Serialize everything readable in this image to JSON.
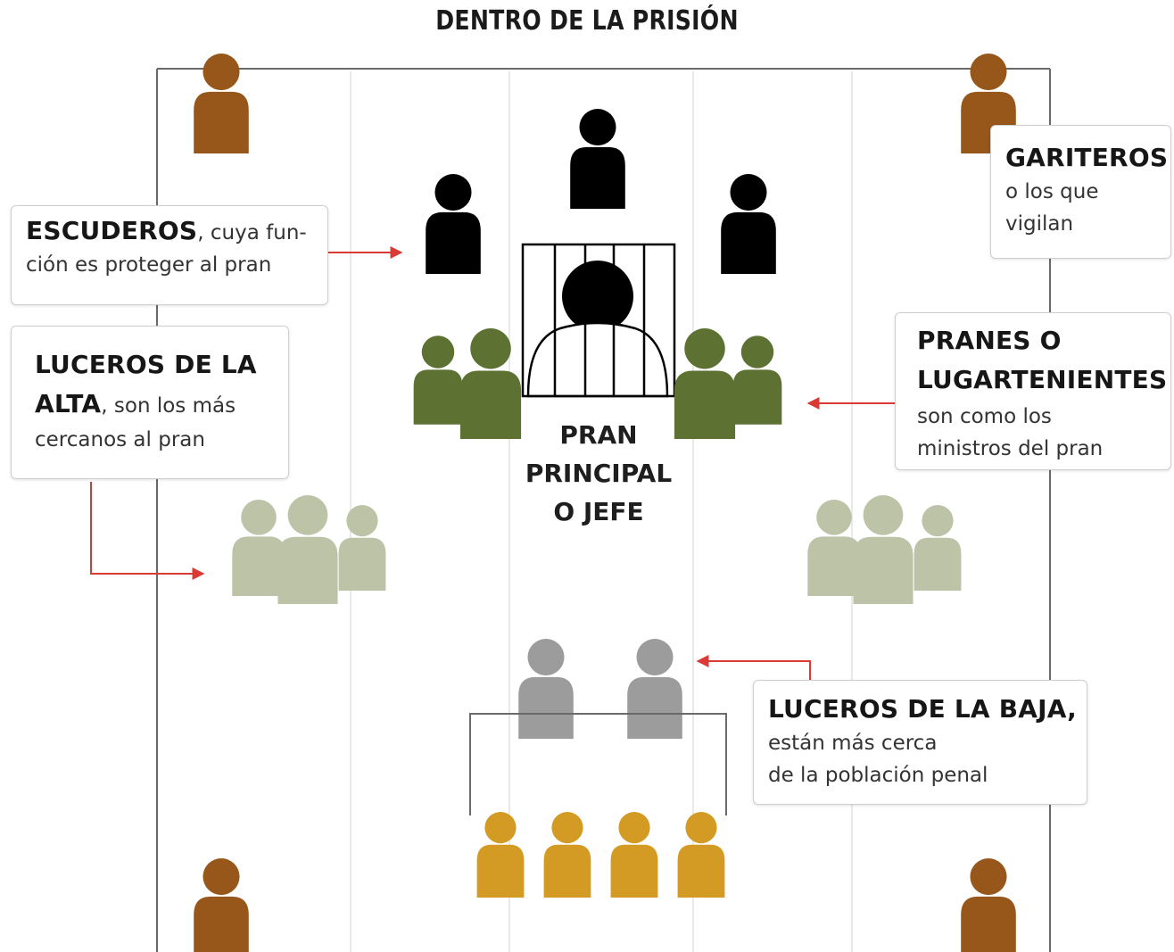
{
  "title": "DENTRO DE LA PRISIÓN",
  "colors": {
    "jefe": "#000000",
    "escuderos": "#000000",
    "lugartenientes": "#5d7232",
    "luceros_alta": "#bcc3a6",
    "luceros_baja": "#9c9c9c",
    "poblacion": "#d49b24",
    "gariteros": "#97561a",
    "arrows": "#d93a34",
    "frame": "#666666",
    "grid": "#e2e2e2"
  },
  "icons": {
    "person": "person-icon",
    "cell": "cell-bars-icon"
  },
  "pran_label": [
    "PRAN",
    "PRINCIPAL",
    "O JEFE"
  ],
  "callouts": {
    "escuderos": {
      "bold": "ESCUDEROS",
      "line1_rest": ", cuya fun-",
      "line2": "ción es proteger al pran"
    },
    "luceros_alta": {
      "bold1": "LUCEROS DE LA",
      "bold2": "ALTA",
      "line2_rest": ", son los más",
      "line3": "cercanos al pran"
    },
    "gariteros": {
      "bold": "GARITEROS",
      "line2": "o los que",
      "line3": "vigilan"
    },
    "pranes": {
      "bold1": "PRANES O",
      "bold2": "LUGARTENIENTES",
      "line3": "son como los",
      "line4": "ministros del pran"
    },
    "luceros_baja": {
      "bold": "LUCEROS DE LA BAJA,",
      "line2": "están más cerca",
      "line3": "de la población penal"
    }
  }
}
